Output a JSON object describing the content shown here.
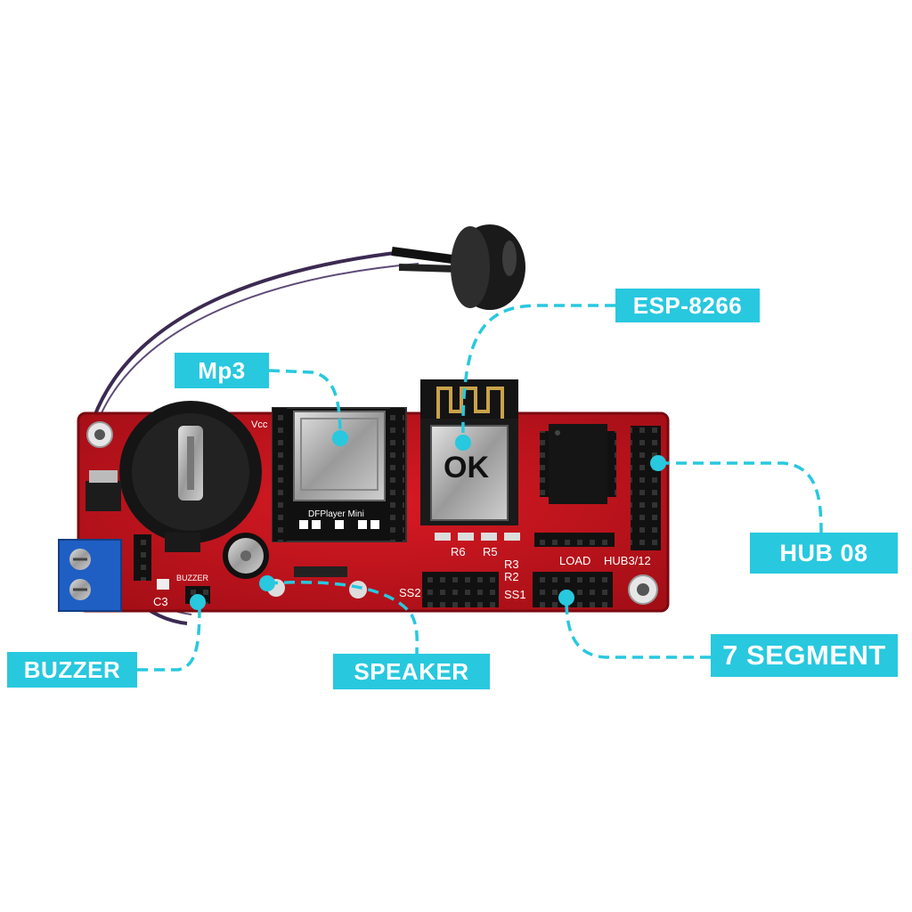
{
  "callouts": {
    "esp": "ESP-8266",
    "mp3": "Mp3",
    "hub": "HUB 08",
    "segment": "7 SEGMENT",
    "buzzer": "BUZZER",
    "speaker": "SPEAKER"
  },
  "board_silkscreen": {
    "load": "LOAD",
    "hub": "HUB3/12",
    "ss1": "SS1",
    "ss2": "SS2",
    "r2": "R2",
    "r3": "R3",
    "r5": "R5",
    "r6": "R6",
    "c3": "C3",
    "buzzer": "BUZZER",
    "vcc": "Vcc",
    "dfplayer": "DFPlayer Mini",
    "ok": "OK"
  },
  "colors": {
    "accent": "#28c8df",
    "board": "#c8141e",
    "board_dark": "#8e0c12",
    "terminal": "#1f5fc4"
  }
}
